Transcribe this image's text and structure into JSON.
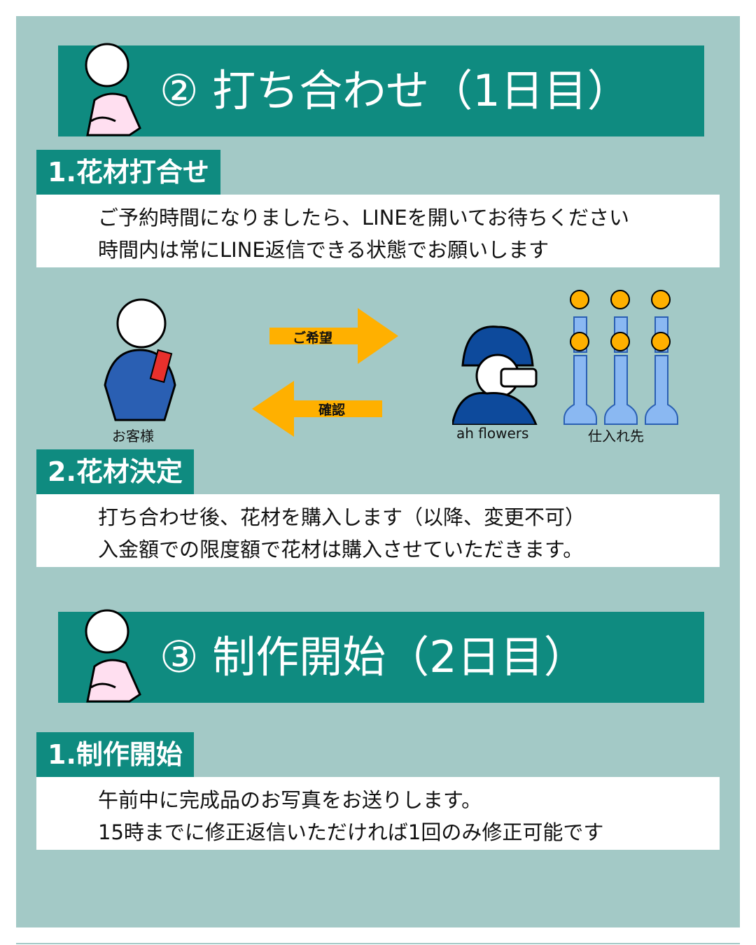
{
  "section2": {
    "title": "② 打ち合わせ（1日目）",
    "step1": {
      "label": "1.花材打合せ",
      "lines": [
        "ご予約時間になりましたら、LINEを開いてお待ちください",
        "時間内は常にLINE返信できる状態でお願いします"
      ]
    },
    "flow": {
      "customer": "お客様",
      "shop": "ah flowers",
      "supplier": "仕入れ先",
      "arrow_to": "ご希望",
      "arrow_back": "確認"
    },
    "step2": {
      "label": "2.花材決定",
      "lines": [
        "打ち合わせ後、花材を購入します（以降、変更不可）",
        "入金額での限度額で花材は購入させていただきます。"
      ]
    }
  },
  "section3": {
    "title": "③ 制作開始（2日目）",
    "step1": {
      "label": "1.制作開始",
      "lines": [
        "午前中に完成品のお写真をお送りします。",
        "15時までに修正返信いただければ1回のみ修正可能です"
      ]
    }
  },
  "colors": {
    "panel": "#a3c9c6",
    "teal": "#0f8b80",
    "arrow": "#ffb000"
  }
}
